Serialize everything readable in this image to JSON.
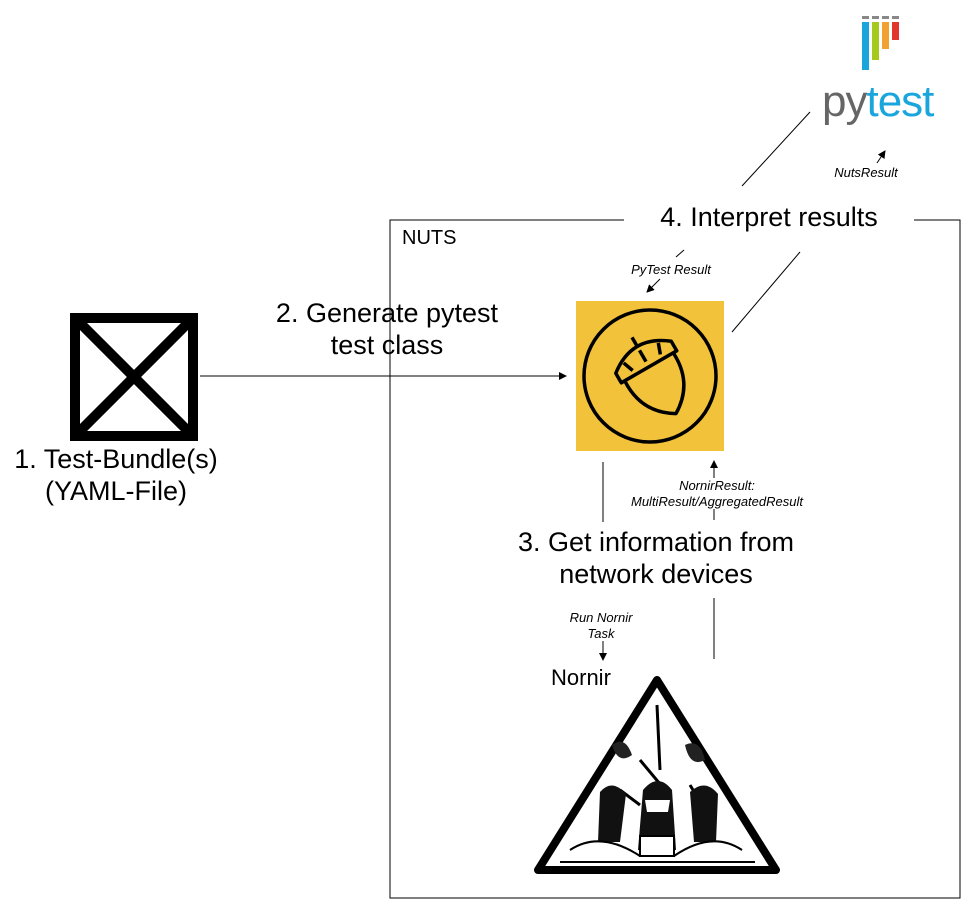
{
  "boundary_label": "NUTS",
  "steps": {
    "test_bundle": "1. Test-Bundle(s)\n(YAML-File)",
    "generate": "2. Generate pytest\ntest class",
    "get_info": "3. Get information from\nnetwork devices",
    "interpret": "4. Interpret results"
  },
  "edge_labels": {
    "nuts_result": "NutsResult",
    "pytest_result": "PyTest Result",
    "nornir_result": "NornirResult:\nMultiResult/AggregatedResult",
    "run_nornir_task": "Run Nornir\nTask"
  },
  "nodes": {
    "nornir": "Nornir",
    "pytest_logo": {
      "part1": "py",
      "part2": "test"
    }
  },
  "colors": {
    "nuts_tile": "#f2c23a",
    "pytest_gray": "#666666",
    "pytest_blue": "#1aa6dd"
  }
}
